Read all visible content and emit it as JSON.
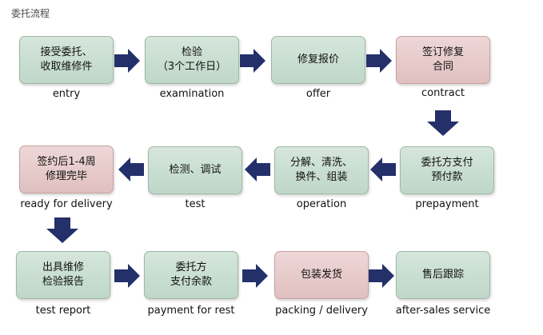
{
  "title": "委托流程",
  "steps": [
    {
      "label": "接受委托、\n收取维修件",
      "caption": "entry",
      "highlight": false
    },
    {
      "label": "检验\n（3个工作日）",
      "caption": "examination",
      "highlight": false
    },
    {
      "label": "修复报价",
      "caption": "offer",
      "highlight": false
    },
    {
      "label": "签订修复\n合同",
      "caption": "contract",
      "highlight": true
    },
    {
      "label": "委托方支付\n预付款",
      "caption": "prepayment",
      "highlight": false
    },
    {
      "label": "分解、清洗、\n换件、组装",
      "caption": "operation",
      "highlight": false
    },
    {
      "label": "检测、调试",
      "caption": "test",
      "highlight": false
    },
    {
      "label": "签约后1-4周\n修理完毕",
      "caption": "ready for delivery",
      "highlight": true
    },
    {
      "label": "出具维修\n检验报告",
      "caption": "test report",
      "highlight": false
    },
    {
      "label": "委托方\n支付余款",
      "caption": "payment for rest",
      "highlight": false
    },
    {
      "label": "包装发货",
      "caption": "packing / delivery",
      "highlight": true
    },
    {
      "label": "售后跟踪",
      "caption": "after-sales service",
      "highlight": false
    }
  ],
  "colors": {
    "box_green": "#c7ddd0",
    "box_pink": "#e6c9c9",
    "arrow": "#24306a"
  }
}
